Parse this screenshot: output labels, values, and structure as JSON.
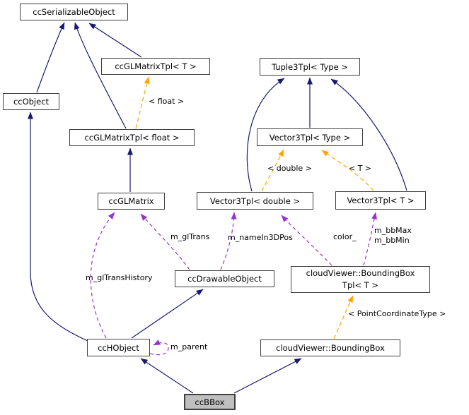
{
  "diagram": {
    "kind": "doxygen-collaboration-diagram",
    "focus_node": "ccBBox",
    "nodes": {
      "ccSerializableObject": "ccSerializableObject",
      "ccGLMatrixTplT": "ccGLMatrixTpl< T >",
      "tuple3TplType": "Tuple3Tpl< Type >",
      "ccObject": "ccObject",
      "ccGLMatrixTplFloat": "ccGLMatrixTpl< float >",
      "vector3TplType": "Vector3Tpl< Type >",
      "ccGLMatrix": "ccGLMatrix",
      "vector3TplDouble": "Vector3Tpl< double >",
      "vector3TplT": "Vector3Tpl< T >",
      "ccDrawableObject": "ccDrawableObject",
      "boundingBoxTpl1": "cloudViewer::BoundingBox",
      "boundingBoxTpl2": "Tpl< T >",
      "ccHObject": "ccHObject",
      "cloudViewerBoundingBox": "cloudViewer::BoundingBox",
      "ccBBox": "ccBBox"
    },
    "edge_labels": {
      "template_float": "< float >",
      "template_double": "< double >",
      "template_T": "< T >",
      "template_pointCoordinateType": "< PointCoordinateType >",
      "m_glTrans": "m_glTrans",
      "m_nameIn3DPos": "m_nameIn3DPos",
      "color_": "color_",
      "m_bbMax": "m_bbMax",
      "m_bbMin": "m_bbMin",
      "m_glTransHistory": "m_glTransHistory",
      "m_parent": "m_parent"
    },
    "colors": {
      "inheritance_edge": "#191970",
      "usage_edge": "#9a32cd",
      "template_edge": "#ffa500",
      "node_border": "#404040",
      "node_fill": "#ffffff",
      "focus_node_fill": "#bfbfbf",
      "text": "#000000",
      "background": "#ffffff"
    }
  }
}
